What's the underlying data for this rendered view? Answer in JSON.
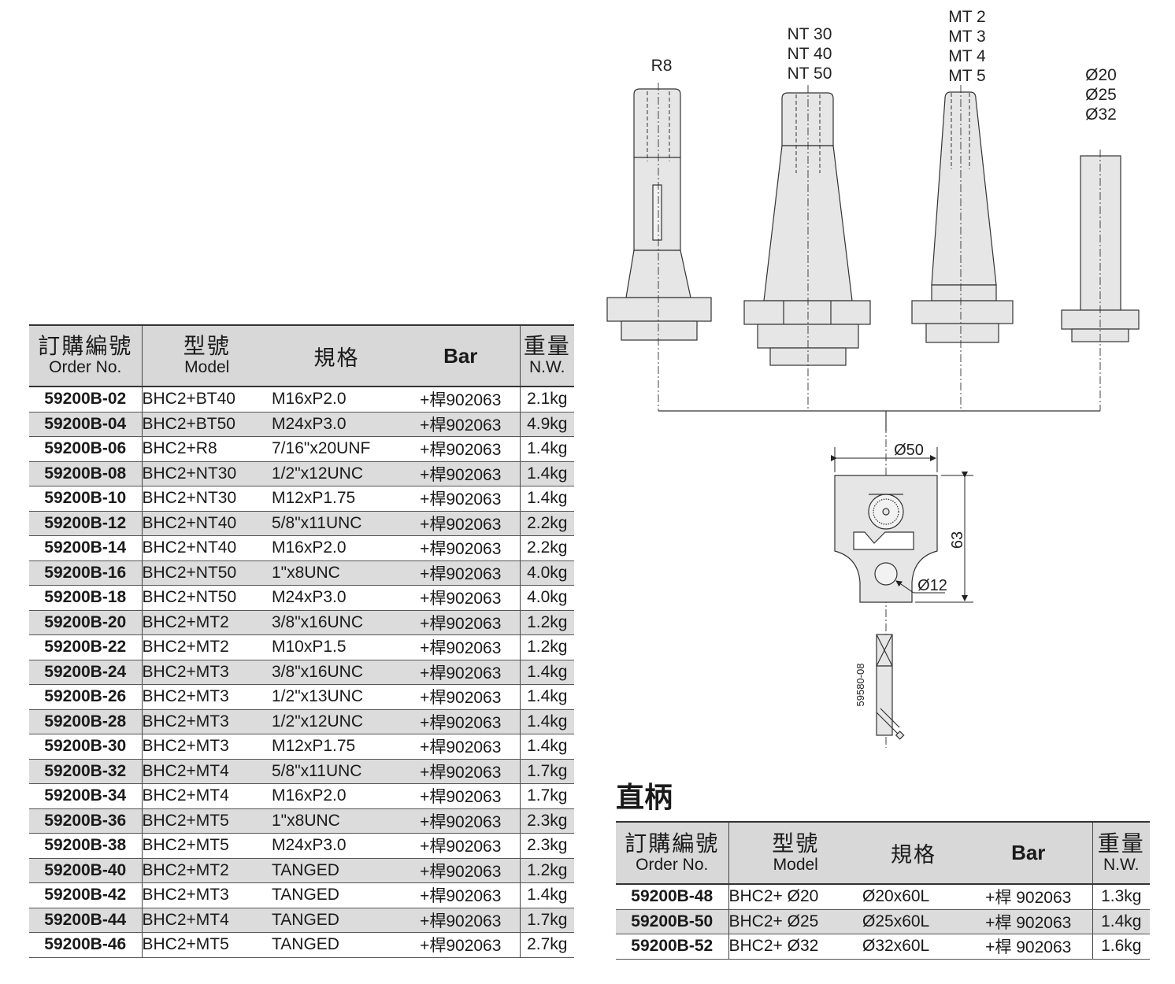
{
  "main_table": {
    "headers": {
      "order_zh": "訂購編號",
      "order_en": "Order No.",
      "model_zh": "型號",
      "model_en": "Model",
      "spec_zh": "規格",
      "bar": "Bar",
      "nw_zh": "重量",
      "nw_en": "N.W."
    },
    "rows": [
      {
        "order": "59200B-02",
        "model": "BHC2+BT40",
        "spec": "M16xP2.0",
        "bar": "+桿902063",
        "nw": "2.1kg"
      },
      {
        "order": "59200B-04",
        "model": "BHC2+BT50",
        "spec": "M24xP3.0",
        "bar": "+桿902063",
        "nw": "4.9kg"
      },
      {
        "order": "59200B-06",
        "model": "BHC2+R8",
        "spec": "7/16\"x20UNF",
        "bar": "+桿902063",
        "nw": "1.4kg"
      },
      {
        "order": "59200B-08",
        "model": "BHC2+NT30",
        "spec": "1/2\"x12UNC",
        "bar": "+桿902063",
        "nw": "1.4kg"
      },
      {
        "order": "59200B-10",
        "model": "BHC2+NT30",
        "spec": "M12xP1.75",
        "bar": "+桿902063",
        "nw": "1.4kg"
      },
      {
        "order": "59200B-12",
        "model": "BHC2+NT40",
        "spec": "5/8\"x11UNC",
        "bar": "+桿902063",
        "nw": "2.2kg"
      },
      {
        "order": "59200B-14",
        "model": "BHC2+NT40",
        "spec": "M16xP2.0",
        "bar": "+桿902063",
        "nw": "2.2kg"
      },
      {
        "order": "59200B-16",
        "model": "BHC2+NT50",
        "spec": "1\"x8UNC",
        "bar": "+桿902063",
        "nw": "4.0kg"
      },
      {
        "order": "59200B-18",
        "model": "BHC2+NT50",
        "spec": "M24xP3.0",
        "bar": "+桿902063",
        "nw": "4.0kg"
      },
      {
        "order": "59200B-20",
        "model": "BHC2+MT2",
        "spec": "3/8\"x16UNC",
        "bar": "+桿902063",
        "nw": "1.2kg"
      },
      {
        "order": "59200B-22",
        "model": "BHC2+MT2",
        "spec": "M10xP1.5",
        "bar": "+桿902063",
        "nw": "1.2kg"
      },
      {
        "order": "59200B-24",
        "model": "BHC2+MT3",
        "spec": "3/8\"x16UNC",
        "bar": "+桿902063",
        "nw": "1.4kg"
      },
      {
        "order": "59200B-26",
        "model": "BHC2+MT3",
        "spec": "1/2\"x13UNC",
        "bar": "+桿902063",
        "nw": "1.4kg"
      },
      {
        "order": "59200B-28",
        "model": "BHC2+MT3",
        "spec": "1/2\"x12UNC",
        "bar": "+桿902063",
        "nw": "1.4kg"
      },
      {
        "order": "59200B-30",
        "model": "BHC2+MT3",
        "spec": "M12xP1.75",
        "bar": "+桿902063",
        "nw": "1.4kg"
      },
      {
        "order": "59200B-32",
        "model": "BHC2+MT4",
        "spec": "5/8\"x11UNC",
        "bar": "+桿902063",
        "nw": "1.7kg"
      },
      {
        "order": "59200B-34",
        "model": "BHC2+MT4",
        "spec": "M16xP2.0",
        "bar": "+桿902063",
        "nw": "1.7kg"
      },
      {
        "order": "59200B-36",
        "model": "BHC2+MT5",
        "spec": "1\"x8UNC",
        "bar": "+桿902063",
        "nw": "2.3kg"
      },
      {
        "order": "59200B-38",
        "model": "BHC2+MT5",
        "spec": "M24xP3.0",
        "bar": "+桿902063",
        "nw": "2.3kg"
      },
      {
        "order": "59200B-40",
        "model": "BHC2+MT2",
        "spec": "TANGED",
        "bar": "+桿902063",
        "nw": "1.2kg"
      },
      {
        "order": "59200B-42",
        "model": "BHC2+MT3",
        "spec": "TANGED",
        "bar": "+桿902063",
        "nw": "1.4kg"
      },
      {
        "order": "59200B-44",
        "model": "BHC2+MT4",
        "spec": "TANGED",
        "bar": "+桿902063",
        "nw": "1.7kg"
      },
      {
        "order": "59200B-46",
        "model": "BHC2+MT5",
        "spec": "TANGED",
        "bar": "+桿902063",
        "nw": "2.7kg"
      }
    ]
  },
  "straight_shank": {
    "title": "直柄",
    "headers": {
      "order_zh": "訂購編號",
      "order_en": "Order No.",
      "model_zh": "型號",
      "model_en": "Model",
      "spec_zh": "規格",
      "bar": "Bar",
      "nw_zh": "重量",
      "nw_en": "N.W."
    },
    "rows": [
      {
        "order": "59200B-48",
        "model": "BHC2+ Ø20",
        "spec": "Ø20x60L",
        "bar": "+桿 902063",
        "nw": "1.3kg"
      },
      {
        "order": "59200B-50",
        "model": "BHC2+ Ø25",
        "spec": "Ø25x60L",
        "bar": "+桿 902063",
        "nw": "1.4kg"
      },
      {
        "order": "59200B-52",
        "model": "BHC2+ Ø32",
        "spec": "Ø32x60L",
        "bar": "+桿 902063",
        "nw": "1.6kg"
      }
    ]
  },
  "drawing": {
    "shank_labels": {
      "r8": "R8",
      "nt": [
        "NT 30",
        "NT 40",
        "NT 50"
      ],
      "mt": [
        "MT 2",
        "MT 3",
        "MT 4",
        "MT 5"
      ],
      "straight": [
        "Ø20",
        "Ø25",
        "Ø32"
      ]
    },
    "head_dims": {
      "width": "Ø50",
      "height": "63",
      "bore": "Ø12"
    },
    "bar_part_no": "59580-08"
  }
}
